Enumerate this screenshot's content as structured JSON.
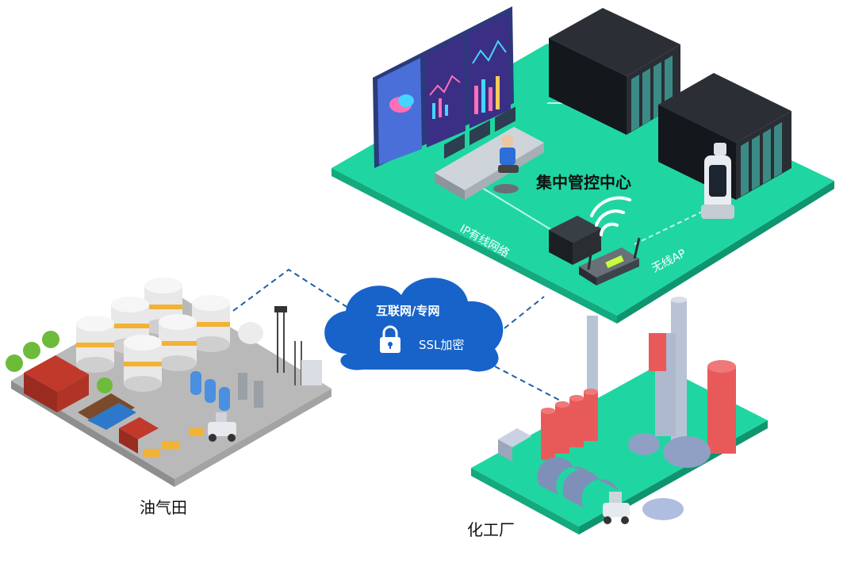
{
  "labels": {
    "control_center": "集中管控中心",
    "ip_wired": "IP有线网络",
    "wireless_ap": "无线AP",
    "cloud_title": "互联网/专网",
    "ssl": "SSL加密",
    "oil_field": "油气田",
    "chemical_plant": "化工厂"
  },
  "colors": {
    "platform": "#1fd6a2",
    "cloud": "#1763c9",
    "link": "#1f5fa8",
    "tank_red": "#e85a5a",
    "server_dark": "#1c1f24"
  },
  "icons": [
    "lock-icon",
    "wifi-icon",
    "cloud-icon"
  ]
}
